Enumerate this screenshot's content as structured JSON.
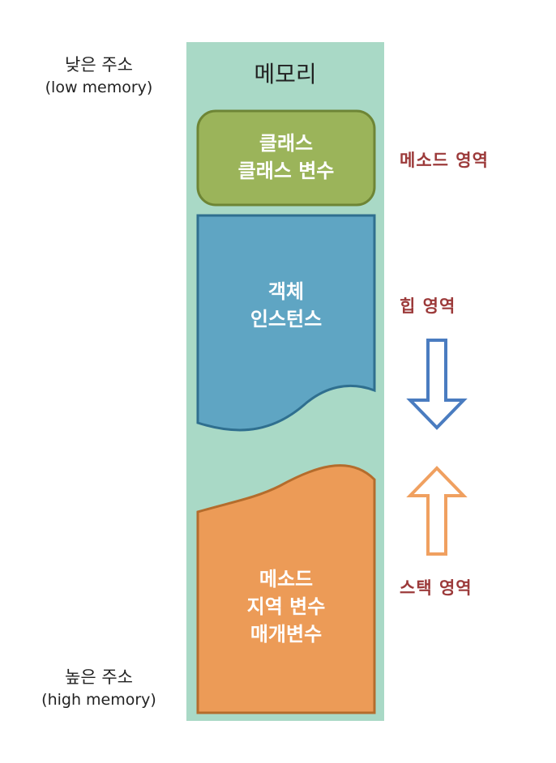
{
  "memory_title": "메모리",
  "low_address": {
    "label": "낮은 주소",
    "sub": "(low memory)"
  },
  "high_address": {
    "label": "높은 주소",
    "sub": "(high memory)"
  },
  "method_area": {
    "label": "메소드 영역",
    "line1": "클래스",
    "line2": "클래스 변수",
    "fill": "#9bb45a",
    "stroke": "#6e8535"
  },
  "heap_area": {
    "label": "힙 영역",
    "line1": "객체",
    "line2": "인스턴스",
    "fill": "#5fa5c3",
    "stroke": "#2f6f8f",
    "arrow_color": "#4a7cc0"
  },
  "stack_area": {
    "label": "스택 영역",
    "line1": "메소드",
    "line2": "지역 변수",
    "line3": "매개변수",
    "fill": "#ec9b57",
    "stroke": "#b46c2c",
    "arrow_color": "#f0a060"
  },
  "memory_bg": "#a9d9c6",
  "label_color": "#9c3a3a"
}
